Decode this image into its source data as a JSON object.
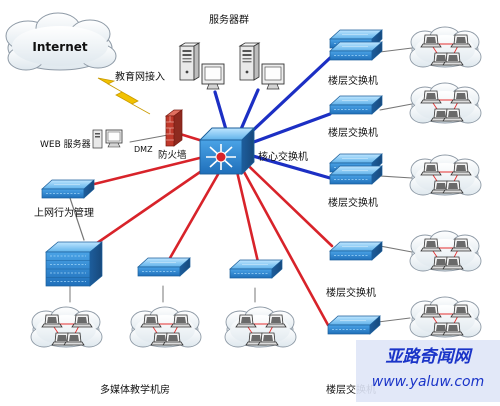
{
  "labels": {
    "internet": "Internet",
    "edu_access": "教育网接入",
    "server_group": "服务器群",
    "web_server": "WEB 服务器",
    "dmz": "DMZ",
    "firewall": "防火墙",
    "core_switch": "核心交换机",
    "behavior_mgmt": "上网行为管理",
    "multimedia": "多媒体教学机房",
    "floor_switch": "楼层交换机"
  },
  "watermark": {
    "title": "亚路奇闻网",
    "url": "www.yaluw.com"
  },
  "colors": {
    "red_link": "#d8232a",
    "blue_link": "#1c2fc4",
    "switch_blue": "#3f9be0",
    "firewall_red": "#c0392b",
    "lightning": "#f2c200",
    "watermark_bg": "#dfe6f7",
    "watermark_text": "#1a34c8"
  }
}
